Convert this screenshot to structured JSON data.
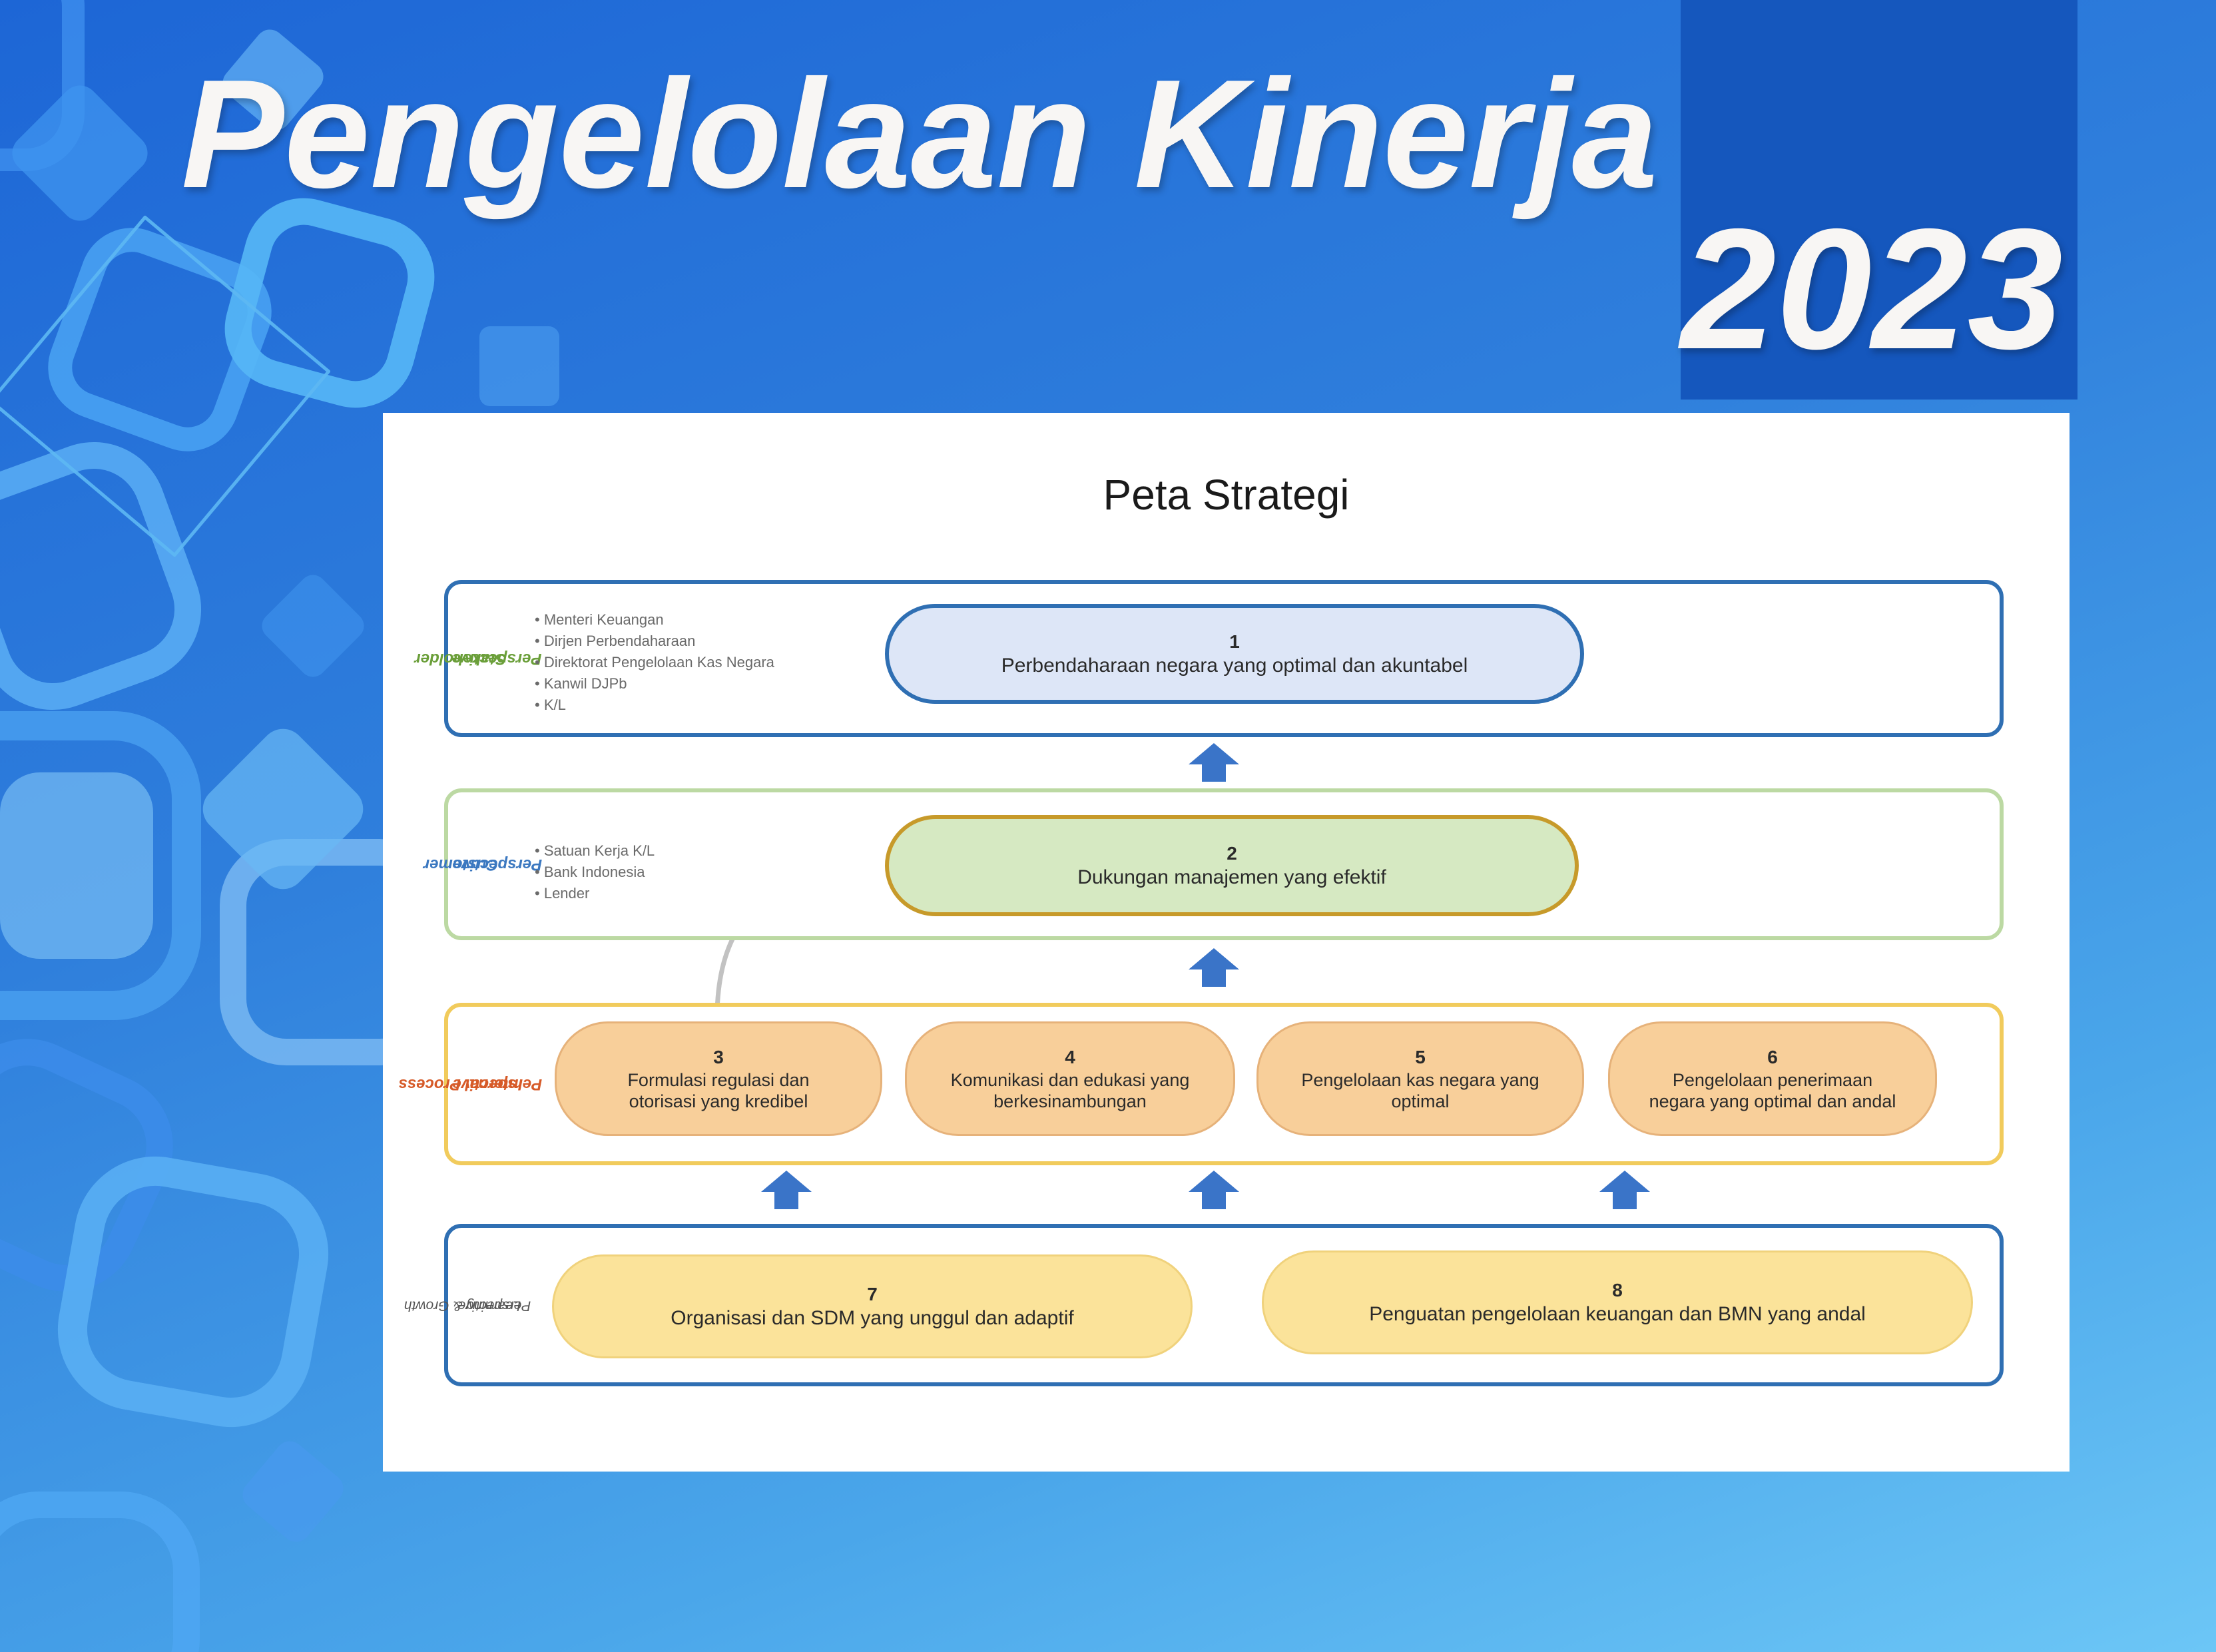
{
  "slide": {
    "title": "Pengelolaan Kinerja",
    "year": "2023"
  },
  "strategy_map": {
    "title": "Peta Strategi",
    "stakeholder": {
      "perspective": [
        "Stakeholder",
        "Perspective"
      ],
      "bullets": [
        "Menteri Keuangan",
        "Dirjen Perbendaharaan",
        "Direktorat Pengelolaan Kas Negara",
        "Kanwil DJPb",
        "K/L"
      ],
      "objectives": [
        {
          "num": "1",
          "text": "Perbendaharaan negara yang optimal dan akuntabel"
        }
      ]
    },
    "customer": {
      "perspective": [
        "Customer",
        "Perspective"
      ],
      "bullets": [
        "Satuan Kerja K/L",
        "Bank Indonesia",
        "Lender"
      ],
      "objectives": [
        {
          "num": "2",
          "text": "Dukungan manajemen yang efektif"
        }
      ]
    },
    "internal": {
      "perspective": [
        "Internal Process",
        "Perspective"
      ],
      "objectives": [
        {
          "num": "3",
          "line1": "Formulasi regulasi dan",
          "line2": "otorisasi yang kredibel"
        },
        {
          "num": "4",
          "line1": "Komunikasi dan edukasi yang",
          "line2": "berkesinambungan"
        },
        {
          "num": "5",
          "line1": "Pengelolaan kas negara yang",
          "line2": "optimal"
        },
        {
          "num": "6",
          "line1": "Pengelolaan penerimaan",
          "line2": "negara yang optimal dan andal"
        }
      ]
    },
    "learning": {
      "perspective": [
        "Learning & Growth",
        "Perspective"
      ],
      "objectives": [
        {
          "num": "7",
          "text": "Organisasi dan SDM yang unggul dan adaptif"
        },
        {
          "num": "8",
          "text": "Penguatan pengelolaan keuangan dan BMN yang andal"
        }
      ]
    }
  }
}
